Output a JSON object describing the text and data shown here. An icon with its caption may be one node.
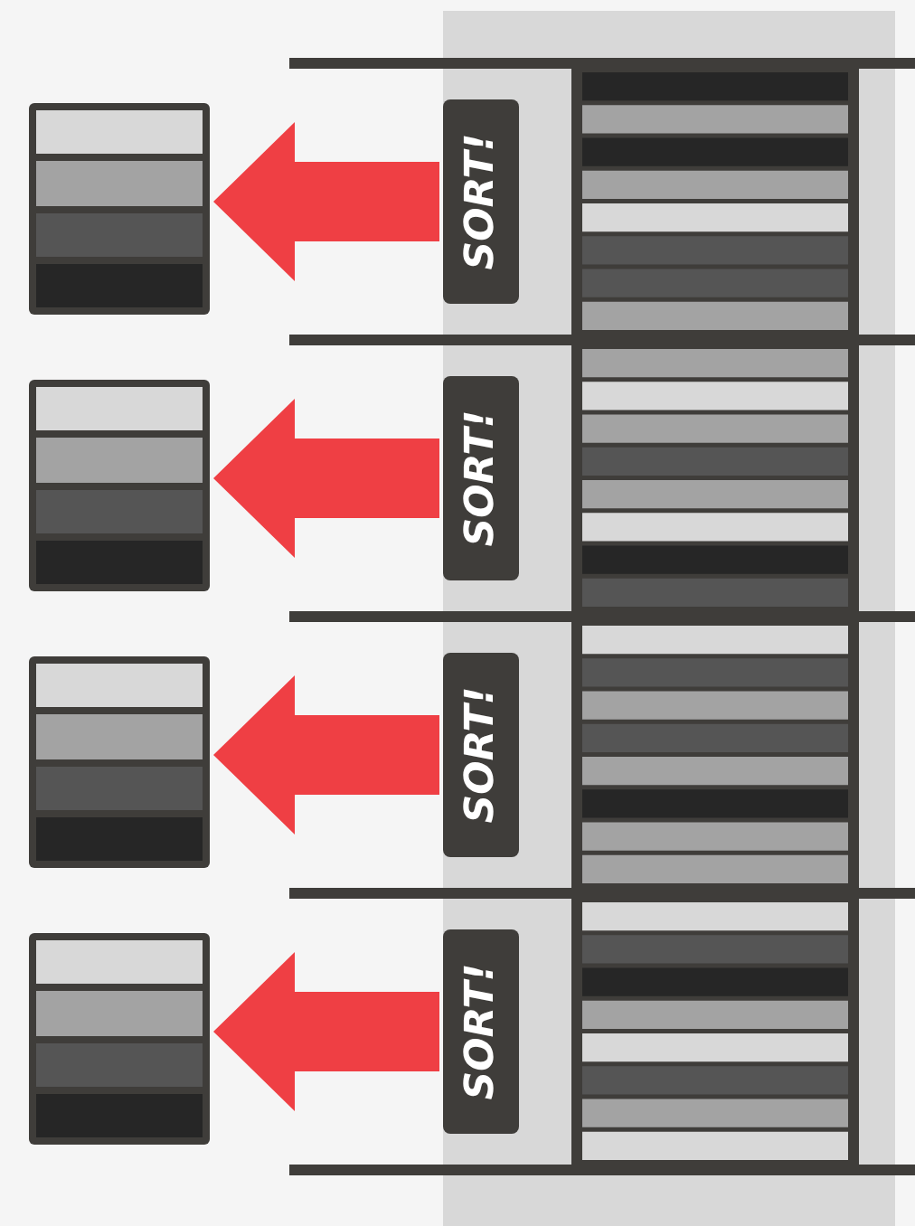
{
  "diagram": {
    "nodes": [
      {
        "text": [],
        "shape": "box"
      },
      {
        "text": [
          "SORT!"
        ]
      },
      {
        "text": [],
        "shape": "box"
      },
      {
        "text": [
          "SORT!"
        ]
      },
      {
        "text": [],
        "shape": "box"
      },
      {
        "text": [
          "SORT!"
        ]
      },
      {
        "text": [],
        "shape": "box"
      },
      {
        "text": [
          "SORT!"
        ]
      }
    ],
    "edges": [
      {
        "from": 1,
        "to": 0,
        "arrow": "to",
        "style": "thick",
        "color": "#ef3f44"
      },
      {
        "from": 3,
        "to": 2,
        "arrow": "to",
        "style": "thick",
        "color": "#ef3f44"
      },
      {
        "from": 5,
        "to": 4,
        "arrow": "to",
        "style": "thick",
        "color": "#ef3f44"
      },
      {
        "from": 7,
        "to": 6,
        "arrow": "to",
        "style": "thick",
        "color": "#ef3f44"
      }
    ]
  }
}
